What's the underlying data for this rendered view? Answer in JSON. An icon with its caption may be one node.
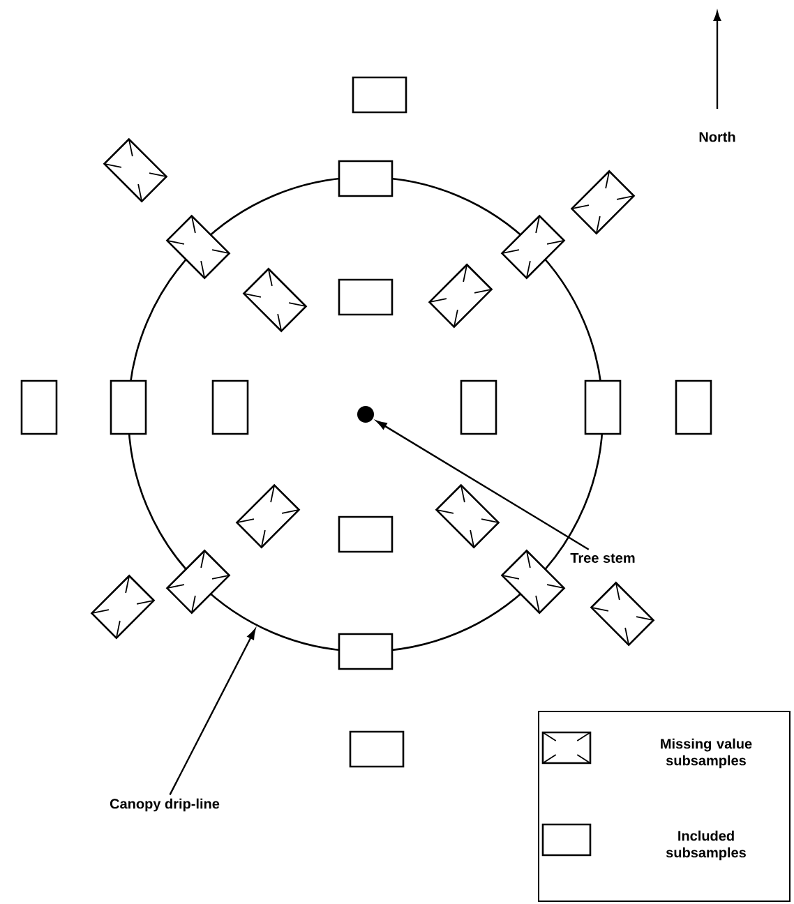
{
  "diagram": {
    "nodes": [
      {
        "text": [],
        "shape": "circle"
      },
      {
        "text": [],
        "shape": "circle",
        "in": 0
      },
      {
        "text": [
          "Tree stem"
        ]
      },
      {
        "text": [
          "Canopy drip-line"
        ]
      }
    ],
    "edges": [
      {
        "from": 2,
        "to": 1,
        "arrow": "to"
      },
      {
        "from": 3,
        "to": 0,
        "arrow": "to"
      }
    ],
    "labels": [
      "North"
    ],
    "legend": [
      {
        "text": "Missing value subsamples"
      },
      {
        "text": "Included subsamples"
      }
    ]
  }
}
